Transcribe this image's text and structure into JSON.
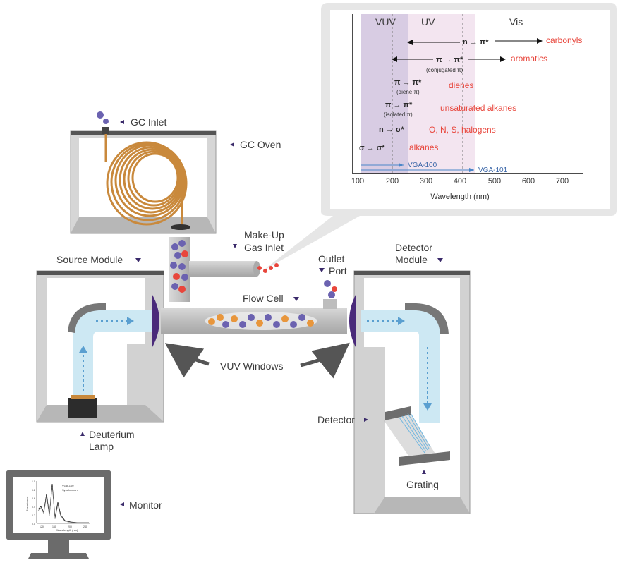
{
  "labels": {
    "gc_inlet": "GC Inlet",
    "gc_oven": "GC Oven",
    "make_up_1": "Make-Up",
    "make_up_2": "Gas Inlet",
    "source_module": "Source Module",
    "outlet_1": "Outlet",
    "outlet_2": "Port",
    "detector_module_1": "Detector",
    "detector_module_2": "Module",
    "flow_cell": "Flow Cell",
    "vuv_windows": "VUV Windows",
    "detector": "Detector",
    "grating": "Grating",
    "deuterium_1": "Deuterium",
    "deuterium_2": "Lamp",
    "monitor": "Monitor"
  },
  "inset": {
    "regions": [
      "VUV",
      "UV",
      "Vis"
    ],
    "transitions": [
      {
        "symbol": "n → π*",
        "sub": "",
        "compounds": "carbonyls"
      },
      {
        "symbol": "π → π*",
        "sub": "(conjugated π)",
        "compounds": "aromatics"
      },
      {
        "symbol": "π → π*",
        "sub": "(diene π)",
        "compounds": "dienes"
      },
      {
        "symbol": "π → π*",
        "sub": "(isolated π)",
        "compounds": "unsaturated alkanes"
      },
      {
        "symbol": "n → σ*",
        "sub": "",
        "compounds": "O, N, S, halogens"
      },
      {
        "symbol": "σ → σ*",
        "sub": "",
        "compounds": "alkanes"
      }
    ],
    "instruments": [
      "VGA-100",
      "VGA-101"
    ],
    "xlabel": "Wavelength (nm)",
    "ticks": [
      "100",
      "200",
      "300",
      "400",
      "500",
      "600",
      "700"
    ]
  },
  "monitor_screen": {
    "legend": [
      "VGA-100",
      "Synchrotron"
    ],
    "xlabel": "Wavelength (nm)",
    "ylabel": "Absorbance",
    "yticks": [
      "1.0",
      "0.8",
      "0.6",
      "0.4",
      "0.2",
      "0.0"
    ],
    "xticks": [
      "120",
      "160",
      "200",
      "240"
    ]
  },
  "colors": {
    "vuv_region": "#d8cce3",
    "uv_region": "#f1e3ef",
    "compound_text": "#e8463c",
    "molecule_purple": "#6b62b0",
    "molecule_red": "#e8463c",
    "light_beam": "#cde8f3",
    "window": "#4a2a7a",
    "coil": "#c9893c"
  }
}
